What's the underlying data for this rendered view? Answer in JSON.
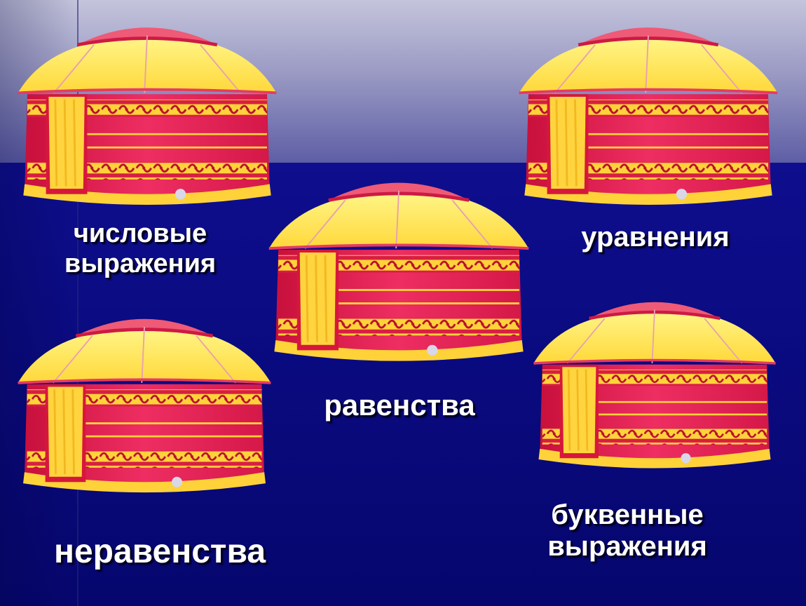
{
  "slide": {
    "colors": {
      "background_dark": "#08087a",
      "background_light": "#c4c4dc",
      "yurt_red": "#e8225a",
      "yurt_yellow": "#ffe44a",
      "ornament": "#ffd23a",
      "text": "#ffffff"
    },
    "labels": {
      "numeric_expressions": [
        "числовые",
        "выражения"
      ],
      "equations": "уравнения",
      "equalities": "равенства",
      "inequalities": "неравенства",
      "letter_expressions": [
        "буквенные",
        "выражения"
      ]
    }
  }
}
